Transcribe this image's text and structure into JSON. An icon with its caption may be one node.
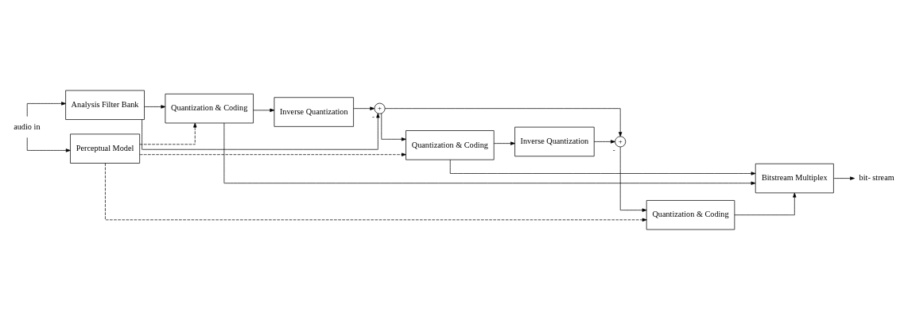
{
  "diagram": {
    "nodes": [
      {
        "text": [
          "audio in"
        ]
      },
      {
        "text": [
          "Analysis Filter Bank"
        ]
      },
      {
        "text": [
          "Perceptual Model"
        ]
      },
      {
        "text": [
          "Quantization & Coding"
        ]
      },
      {
        "text": [
          "Inverse Quantization"
        ]
      },
      {
        "text": [
          "+"
        ],
        "beside": [
          "-"
        ]
      },
      {
        "text": [
          "Quantization & Coding"
        ]
      },
      {
        "text": [
          "Inverse Quantization"
        ]
      },
      {
        "text": [
          "+"
        ],
        "beside": [
          "-"
        ]
      },
      {
        "text": [
          "Quantization & Coding"
        ]
      },
      {
        "text": [
          "Bitstream Multiplex"
        ]
      },
      {
        "text": [
          "bit- stream"
        ]
      }
    ],
    "edges": [
      {
        "from": 0,
        "to": 1,
        "arrow": "to"
      },
      {
        "from": 0,
        "to": 2,
        "arrow": "to"
      },
      {
        "from": 1,
        "to": 3,
        "arrow": "to"
      },
      {
        "from": 1,
        "to": 5,
        "arrow": "to"
      },
      {
        "from": 2,
        "to": 3,
        "arrow": "to",
        "style": "dashed"
      },
      {
        "from": 3,
        "to": 4,
        "arrow": "to"
      },
      {
        "from": 3,
        "to": 10,
        "arrow": "to"
      },
      {
        "from": 4,
        "to": 5,
        "arrow": "to"
      },
      {
        "from": 5,
        "to": 6,
        "arrow": "to"
      },
      {
        "from": 5,
        "to": 8,
        "arrow": "to"
      },
      {
        "from": 2,
        "to": 6,
        "arrow": "to",
        "style": "dashed"
      },
      {
        "from": 6,
        "to": 7,
        "arrow": "to"
      },
      {
        "from": 6,
        "to": 10,
        "arrow": "to"
      },
      {
        "from": 7,
        "to": 8,
        "arrow": "to"
      },
      {
        "from": 8,
        "to": 9,
        "arrow": "to"
      },
      {
        "from": 2,
        "to": 9,
        "arrow": "to",
        "style": "dashed"
      },
      {
        "from": 9,
        "to": 10,
        "arrow": "to"
      },
      {
        "from": 10,
        "to": 11,
        "arrow": "to"
      }
    ]
  }
}
